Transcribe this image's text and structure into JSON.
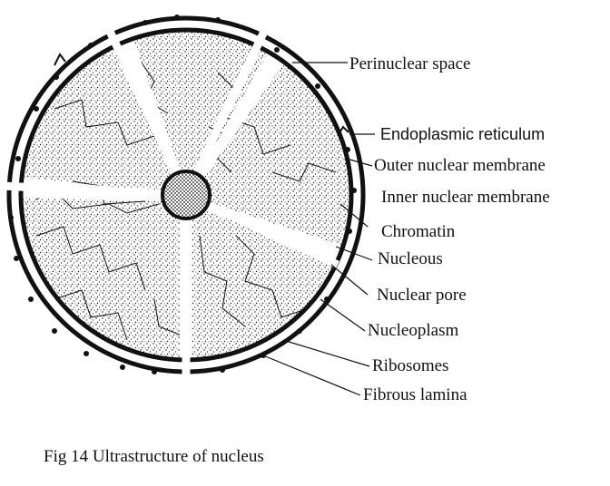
{
  "figure": {
    "title": "Ultrastructure of nucleus",
    "caption": "Fig 14 Ultrastructure of nucleus",
    "colors": {
      "ink": "#111111",
      "background": "#ffffff"
    }
  },
  "labels": [
    {
      "id": "perinuclear-space",
      "text": "Perinuclear space"
    },
    {
      "id": "endoplasmic-reticulum",
      "text": "Endoplasmic reticulum"
    },
    {
      "id": "outer-nuclear-membrane",
      "text": "Outer nuclear membrane"
    },
    {
      "id": "inner-nuclear-membrane",
      "text": "Inner nuclear membrane"
    },
    {
      "id": "chromatin",
      "text": "Chromatin"
    },
    {
      "id": "nucleous",
      "text": "Nucleous"
    },
    {
      "id": "nuclear-pore",
      "text": "Nuclear pore"
    },
    {
      "id": "nucleoplasm",
      "text": "Nucleoplasm"
    },
    {
      "id": "ribosomes",
      "text": "Ribosomes"
    },
    {
      "id": "fibrous-lamina",
      "text": "Fibrous lamina"
    }
  ]
}
